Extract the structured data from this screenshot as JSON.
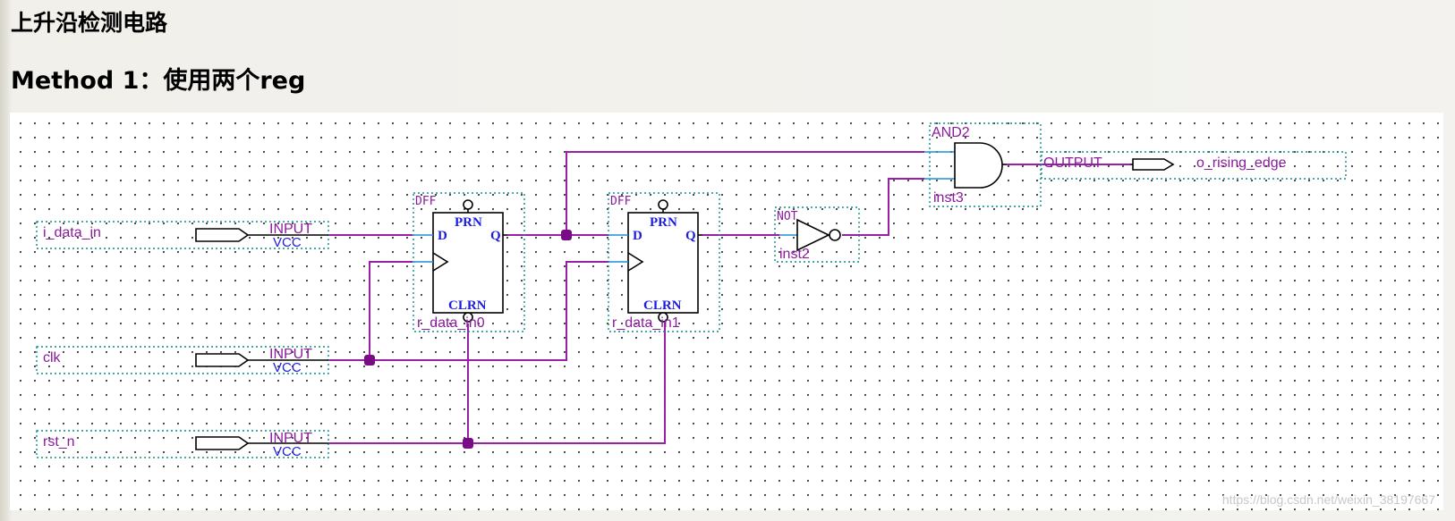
{
  "headings": {
    "title": "上升沿检测电路",
    "subtitle": "Method 1：使用两个reg"
  },
  "inputs": [
    {
      "name": "i_data_in",
      "type": "INPUT",
      "default": "VCC"
    },
    {
      "name": "clk",
      "type": "INPUT",
      "default": "VCC"
    },
    {
      "name": "rst_n",
      "type": "INPUT",
      "default": "VCC"
    }
  ],
  "flipflops": [
    {
      "type": "DFF",
      "instance": "r_data_in0",
      "pin_d": "D",
      "pin_q": "Q",
      "pin_prn": "PRN",
      "pin_clrn": "CLRN"
    },
    {
      "type": "DFF",
      "instance": "r_data_in1",
      "pin_d": "D",
      "pin_q": "Q",
      "pin_prn": "PRN",
      "pin_clrn": "CLRN"
    }
  ],
  "not_gate": {
    "type": "NOT",
    "instance": "inst2"
  },
  "and_gate": {
    "type": "AND2",
    "instance": "inst3"
  },
  "output": {
    "type": "OUTPUT",
    "name": "o_rising_edge"
  },
  "watermark": "https://blog.csdn.net/weixin_38197667",
  "colors": {
    "wire": "#9b1ea8",
    "pin_text": "#1d1de0",
    "pin_line": "#1c8fd8",
    "box_border": "#0e8a8a"
  }
}
